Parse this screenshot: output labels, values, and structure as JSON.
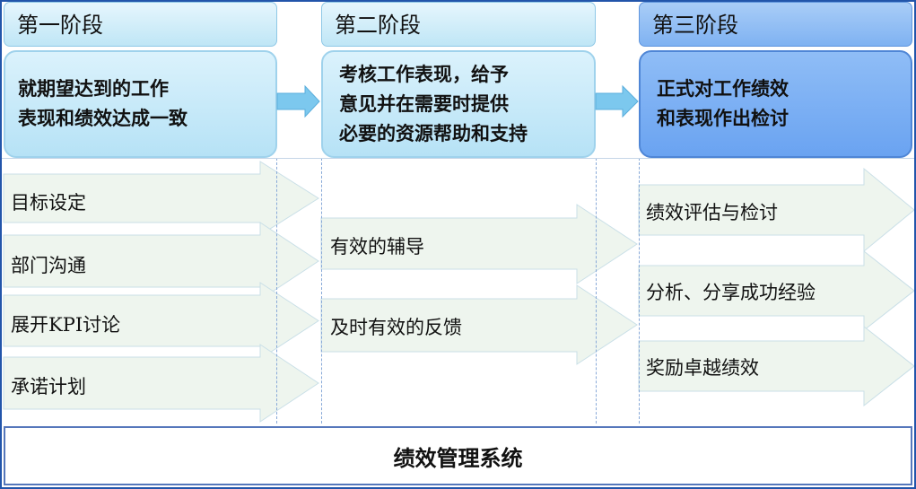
{
  "phases": [
    {
      "title": "第一阶段",
      "lines": [
        "就期望达到的工作",
        "表现和绩效达成一致"
      ],
      "steps": [
        "目标设定",
        "部门沟通",
        "展开KPI讨论",
        "承诺计划"
      ]
    },
    {
      "title": "第二阶段",
      "lines": [
        "考核工作表现，给予",
        "意见并在需要时提供",
        "必要的资源帮助和支持"
      ],
      "steps": [
        "有效的辅导",
        "及时有效的反馈"
      ]
    },
    {
      "title": "第三阶段",
      "lines": [
        "正式对工作绩效",
        "和表现作出检讨"
      ],
      "steps": [
        "绩效评估与检讨",
        "分析、分享成功经验",
        "奖励卓越绩效"
      ]
    }
  ],
  "footer": {
    "label": "绩效管理系统"
  },
  "colors": {
    "arrow_fill": "#eef5ee",
    "arrow_stroke": "#c9dfe7",
    "connector_fill": "#7cc8ee",
    "frame": "#2255aa",
    "phase3": "#7fb2f2"
  }
}
